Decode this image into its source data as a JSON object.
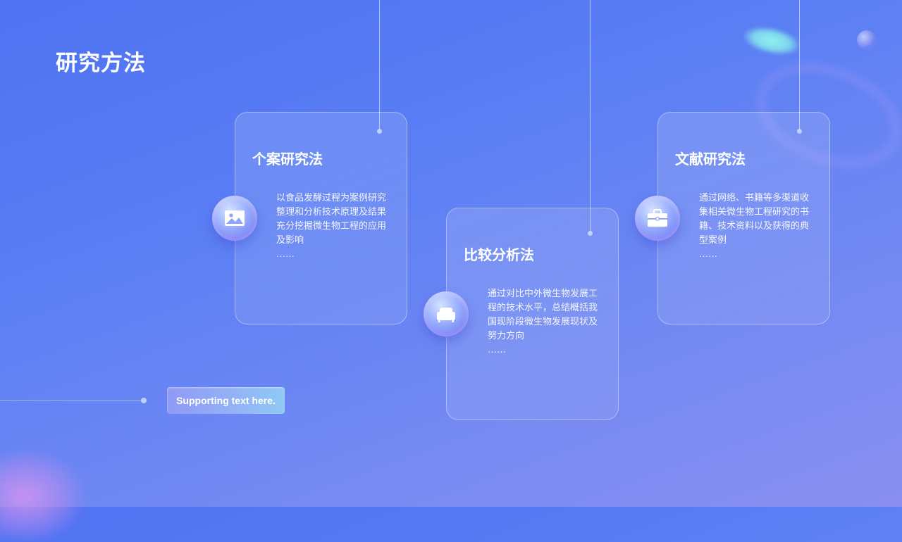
{
  "page": {
    "title": "研究方法"
  },
  "cards": [
    {
      "title": "个案研究法",
      "text": "以食品发酵过程为案例研究整理和分析技术原理及结果充分挖掘微生物工程的应用及影响",
      "more": "……",
      "icon": "image-icon"
    },
    {
      "title": "比较分析法",
      "text": "通过对比中外微生物发展工程的技术水平，总结概括我国现阶段微生物发展现状及努力方向",
      "more": "……",
      "icon": "sofa-icon"
    },
    {
      "title": "文献研究法",
      "text": "通过网络、书籍等多渠道收集相关微生物工程研究的书籍、技术资料以及获得的典型案例",
      "more": "……",
      "icon": "briefcase-icon"
    }
  ],
  "supporting": {
    "text": "Supporting text here."
  }
}
